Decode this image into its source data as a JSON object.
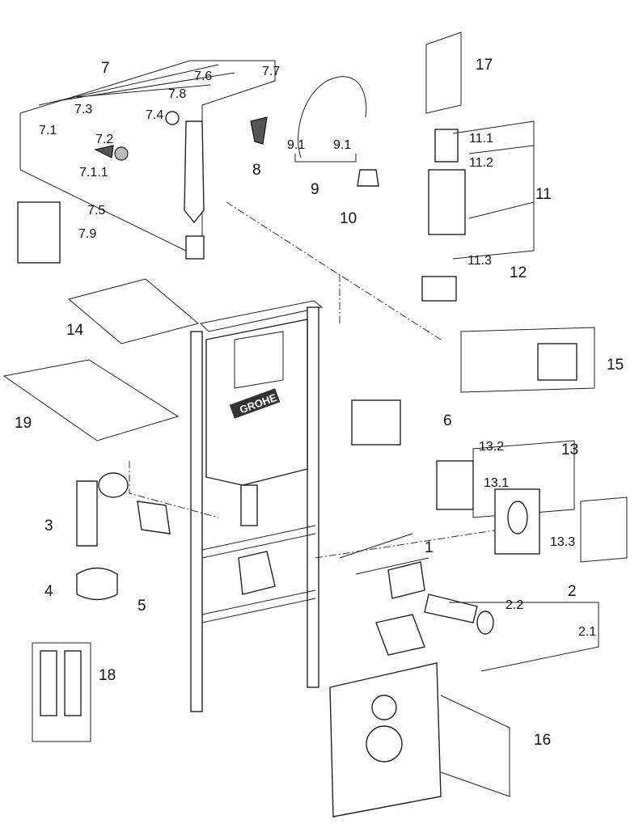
{
  "brand": "GROHE",
  "callouts": {
    "c7": "7",
    "c7_1": "7.1",
    "c7_1_1": "7.1.1",
    "c7_2": "7.2",
    "c7_3": "7.3",
    "c7_4": "7.4",
    "c7_5": "7.5",
    "c7_6": "7.6",
    "c7_7": "7.7",
    "c7_8": "7.8",
    "c7_9": "7.9",
    "c8": "8",
    "c9": "9",
    "c9_1a": "9.1",
    "c9_1b": "9.1",
    "c10": "10",
    "c11": "11",
    "c11_1": "11.1",
    "c11_2": "11.2",
    "c11_3": "11.3",
    "c12": "12",
    "c13": "13",
    "c13_1": "13.1",
    "c13_2": "13.2",
    "c13_3": "13.3",
    "c14": "14",
    "c15": "15",
    "c16": "16",
    "c17": "17",
    "c18": "18",
    "c19": "19",
    "c1": "1",
    "c2": "2",
    "c2_1": "2.1",
    "c2_2": "2.2",
    "c3": "3",
    "c4": "4",
    "c5": "5",
    "c6": "6"
  }
}
